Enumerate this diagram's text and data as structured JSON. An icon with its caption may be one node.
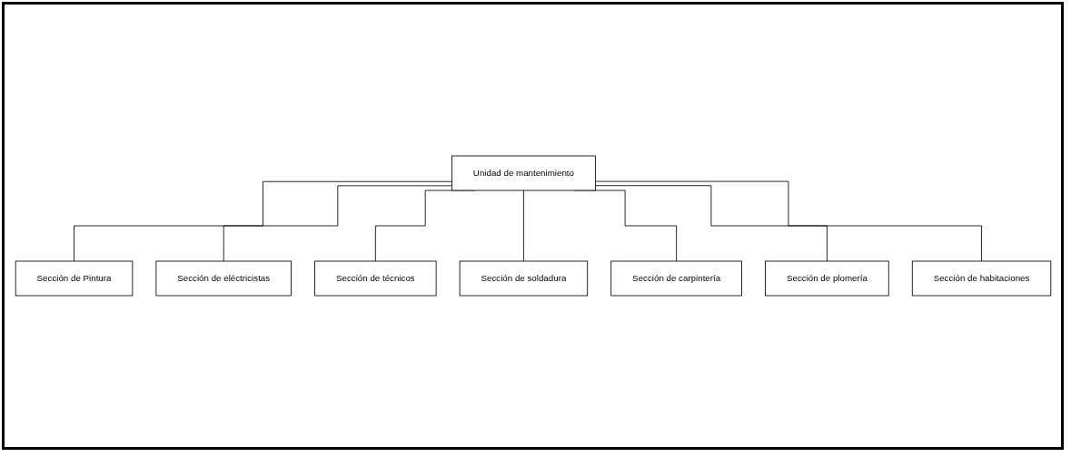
{
  "diagram": {
    "nodes": [
      {
        "text": [
          "Unidad de mantenimiento"
        ]
      },
      {
        "text": [
          "Sección de Pintura"
        ]
      },
      {
        "text": [
          "Sección de eléctricistas"
        ]
      },
      {
        "text": [
          "Sección de técnicos"
        ]
      },
      {
        "text": [
          "Sección de soldadura"
        ]
      },
      {
        "text": [
          "Sección de carpintería"
        ]
      },
      {
        "text": [
          "Sección de plomería"
        ]
      },
      {
        "text": [
          "Sección de habitaciones"
        ]
      }
    ],
    "edges": [
      {
        "from": 0,
        "to": 1,
        "arrow": "none"
      },
      {
        "from": 0,
        "to": 2,
        "arrow": "none"
      },
      {
        "from": 0,
        "to": 3,
        "arrow": "none"
      },
      {
        "from": 0,
        "to": 4,
        "arrow": "none"
      },
      {
        "from": 0,
        "to": 5,
        "arrow": "none"
      },
      {
        "from": 0,
        "to": 6,
        "arrow": "none"
      },
      {
        "from": 0,
        "to": 7,
        "arrow": "none"
      }
    ]
  }
}
